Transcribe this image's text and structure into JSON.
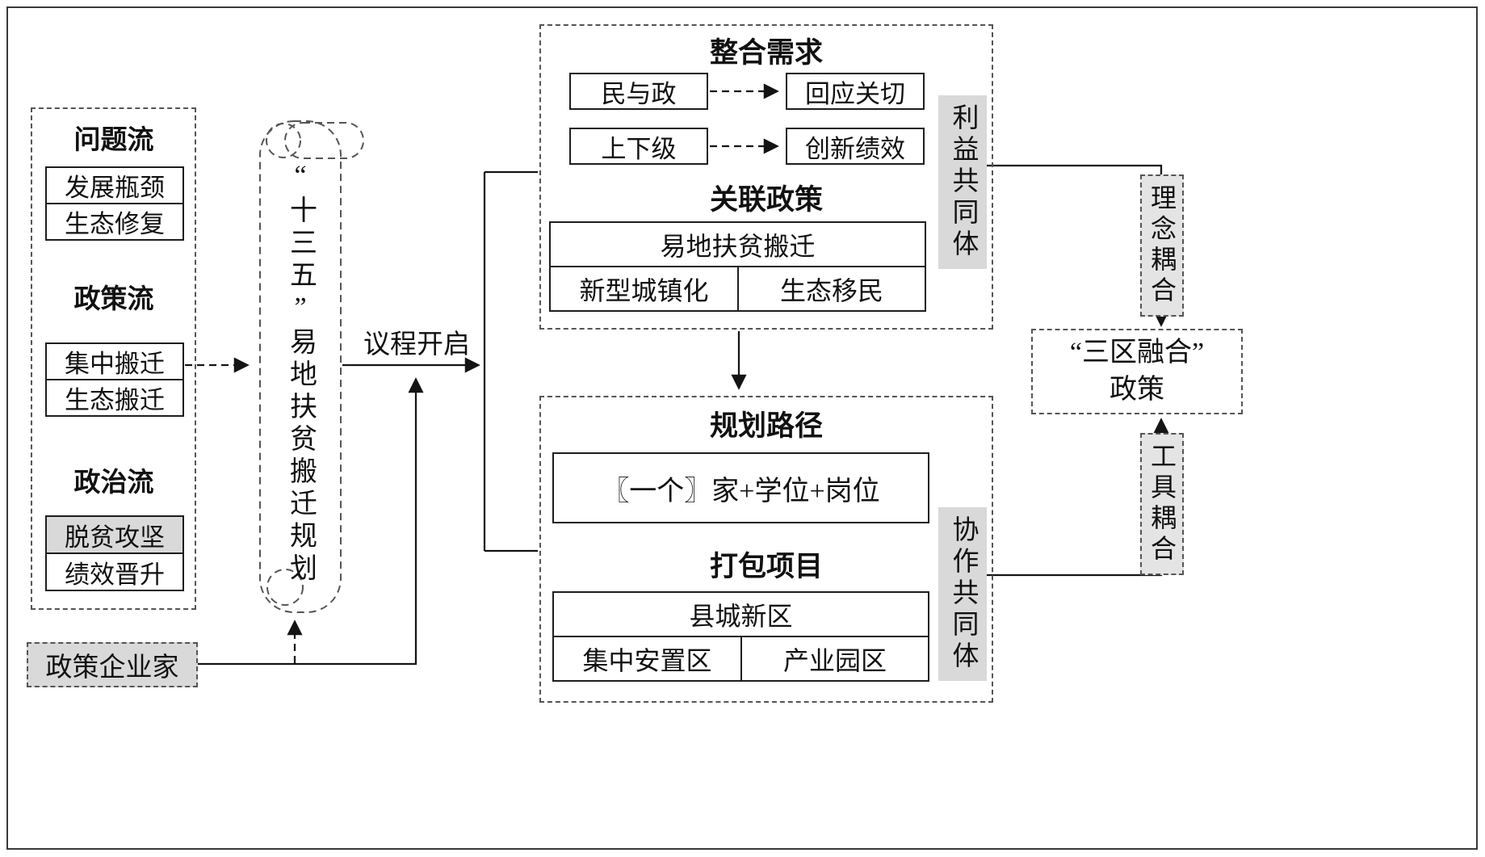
{
  "diagram": {
    "streams": {
      "problem": {
        "title": "问题流",
        "items": [
          "发展瓶颈",
          "生态修复"
        ]
      },
      "policy": {
        "title": "政策流",
        "items": [
          "集中搬迁",
          "生态搬迁"
        ]
      },
      "politics": {
        "title": "政治流",
        "items": [
          "脱贫攻坚",
          "绩效晋升"
        ]
      }
    },
    "policy_entrepreneur": "政策企业家",
    "plan_scroll": "“十三五”易地扶贫搬迁规划",
    "agenda_open": "议程开启",
    "integration": {
      "title": "整合需求",
      "rows": [
        {
          "from": "民与政",
          "to": "回应关切"
        },
        {
          "from": "上下级",
          "to": "创新绩效"
        }
      ],
      "related_title": "关联政策",
      "table": {
        "top": "易地扶贫搬迁",
        "left": "新型城镇化",
        "right": "生态移民"
      }
    },
    "interest_community": "利益共同体",
    "planning": {
      "title": "规划路径",
      "path_item": "〖一个〗家+学位+岗位",
      "package_title": "打包项目",
      "table": {
        "top": "县城新区",
        "left": "集中安置区",
        "right": "产业园区"
      }
    },
    "collaboration_community": "协作共同体",
    "concept_coupling": "理念耦合",
    "tool_coupling": "工具耦合",
    "fusion_policy": {
      "line1": "“三区融合”",
      "line2": "政策"
    },
    "colors": {
      "gray_fill": "#d9d9d9",
      "light_gray_fill": "#e4e4e4",
      "line": "#141414"
    }
  }
}
